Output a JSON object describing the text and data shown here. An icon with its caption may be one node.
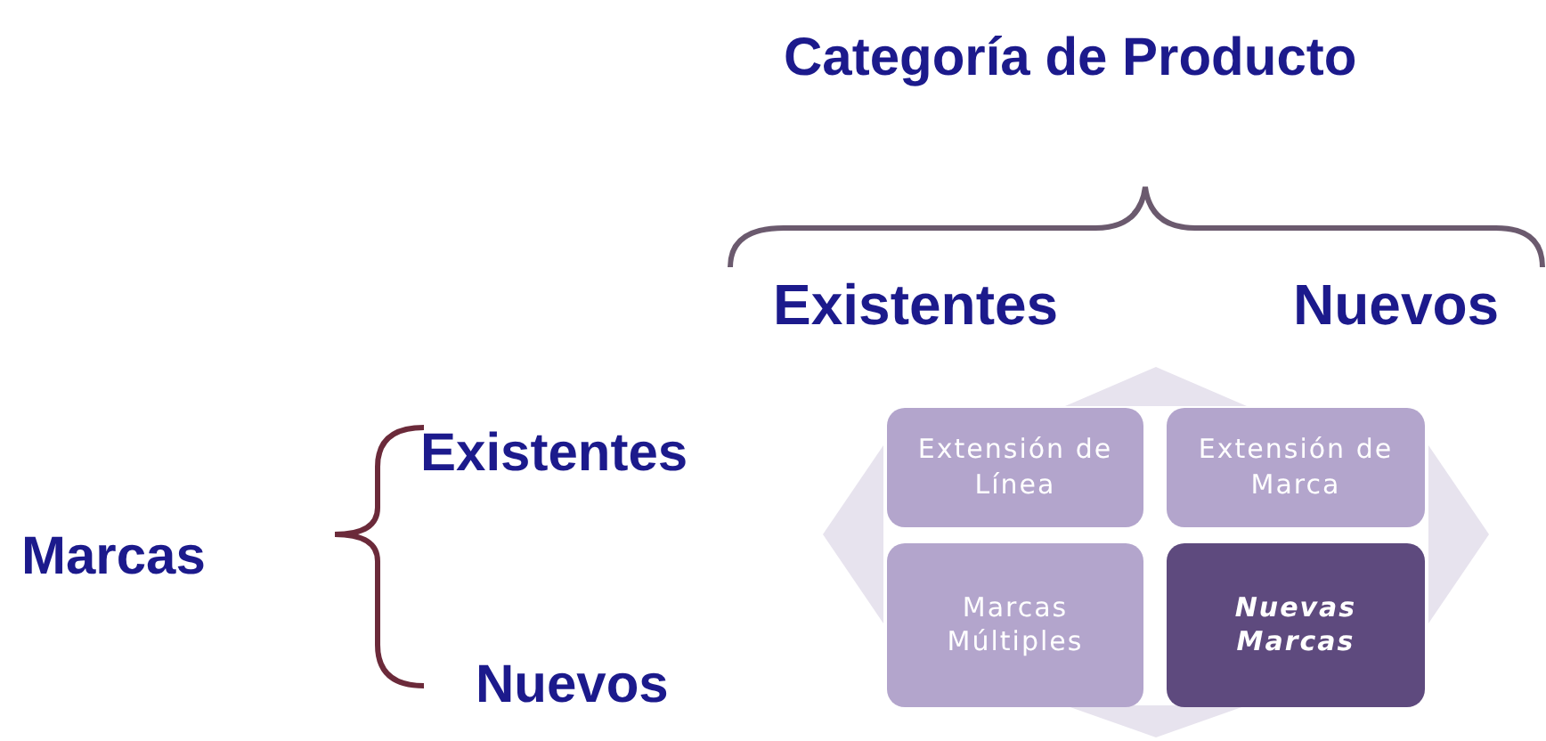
{
  "diagram": {
    "nodes": [
      {
        "text": [
          "Extensión de Línea"
        ]
      },
      {
        "text": [
          "Extensión de Marca"
        ]
      },
      {
        "text": [
          "Marcas Múltiples"
        ]
      },
      {
        "text": [
          "Nuevas Marcas"
        ]
      }
    ],
    "labels": [
      "Categoría de Producto",
      "Existentes",
      "Nuevos",
      "Existentes",
      "Marcas",
      "Nuevos"
    ]
  }
}
